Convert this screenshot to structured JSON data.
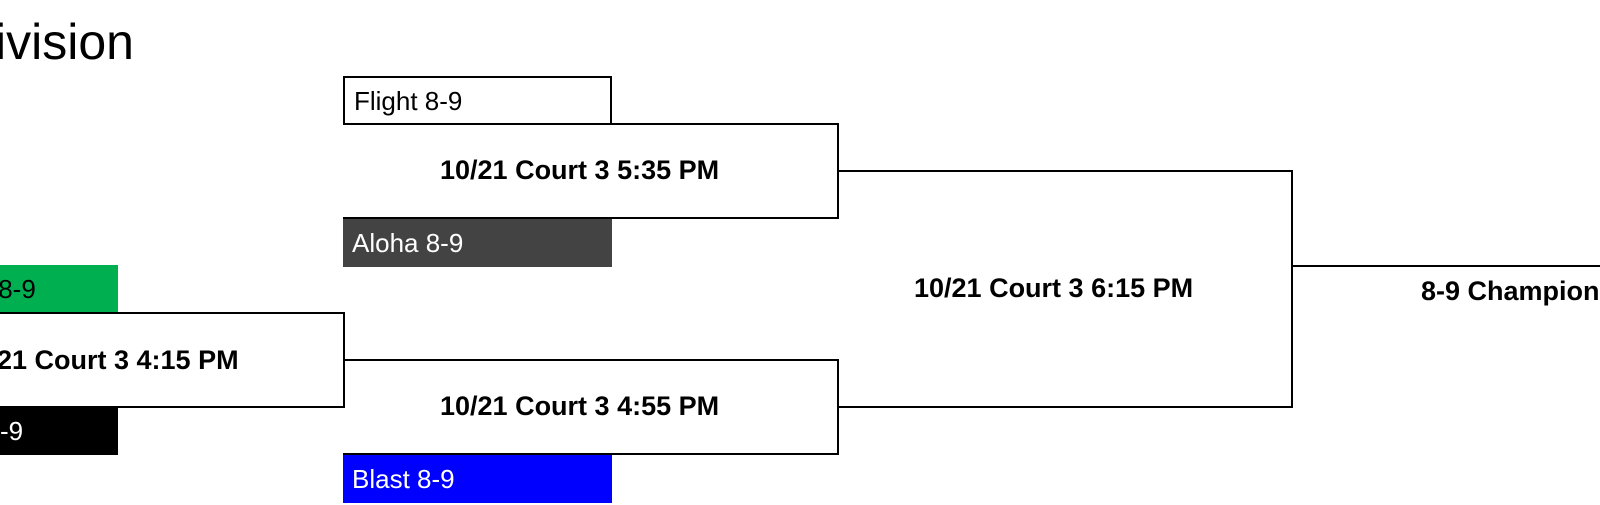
{
  "page": {
    "title": "ivision"
  },
  "teams": {
    "flight": {
      "label": "Flight 8-9",
      "bg": "#ffffff",
      "fg": "#000000"
    },
    "aloha": {
      "label": "Aloha 8-9",
      "bg": "#434343",
      "fg": "#ffffff"
    },
    "green_team": {
      "label": " 8-9",
      "bg": "#00b050",
      "fg": "#000000"
    },
    "black_team": {
      "label": "-9",
      "bg": "#000000",
      "fg": "#ffffff"
    },
    "blast": {
      "label": "Blast 8-9",
      "bg": "#0000ff",
      "fg": "#ffffff"
    }
  },
  "games": {
    "game_415": {
      "label": "21 Court 3 4:15 PM"
    },
    "game_535": {
      "label": "10/21 Court 3 5:35 PM"
    },
    "game_455": {
      "label": "10/21 Court 3 4:55 PM"
    },
    "game_615": {
      "label": "10/21 Court 3 6:15 PM"
    },
    "championship": {
      "label": "8-9 Champion"
    }
  }
}
